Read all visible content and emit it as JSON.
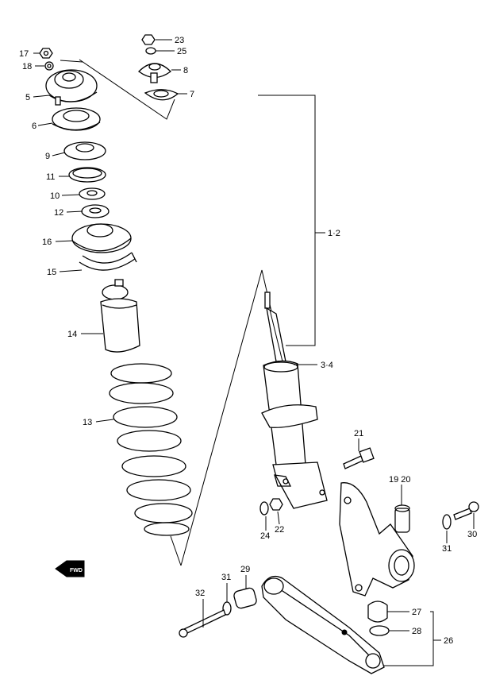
{
  "callouts": {
    "c17": "17",
    "c18": "18",
    "c5": "5",
    "c6": "6",
    "c9": "9",
    "c11": "11",
    "c10": "10",
    "c12": "12",
    "c16": "16",
    "c15": "15",
    "c14": "14",
    "c13": "13",
    "c23": "23",
    "c25": "25",
    "c8": "8",
    "c7": "7",
    "c12b": "1·2",
    "c34": "3·4",
    "c21": "21",
    "c1920": "19 20",
    "c24": "24",
    "c22": "22",
    "c31a": "31",
    "c30": "30",
    "c32": "32",
    "c31b": "31",
    "c29": "29",
    "c27": "27",
    "c28": "28",
    "c26": "26"
  },
  "front_arrow": {
    "label": "FWD",
    "icon": "front-direction-arrow-icon"
  }
}
